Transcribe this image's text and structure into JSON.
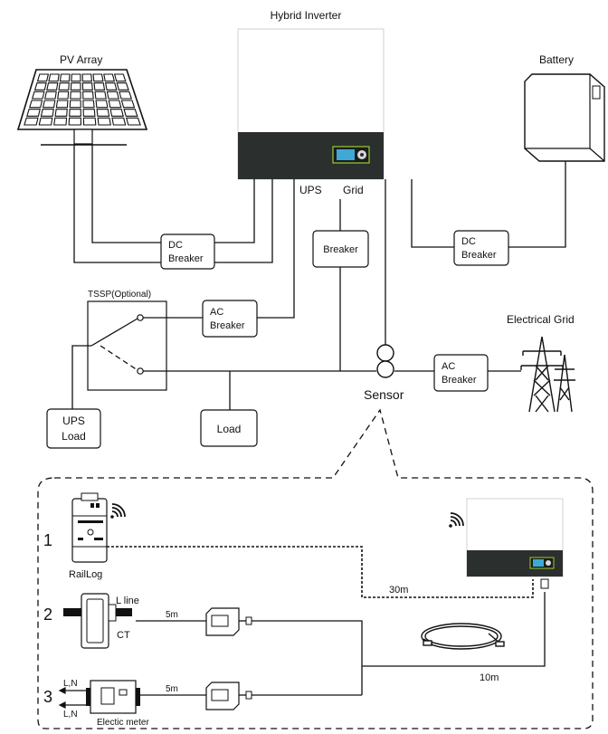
{
  "labels": {
    "hybrid_inverter": "Hybrid Inverter",
    "pv_array": "PV Array",
    "battery": "Battery",
    "ups": "UPS",
    "grid": "Grid",
    "dc_breaker_1a": "DC",
    "dc_breaker_1b": "Breaker",
    "dc_breaker_2a": "DC",
    "dc_breaker_2b": "Breaker",
    "breaker": "Breaker",
    "tssp": "TSSP(Optional)",
    "ac_breaker_1a": "AC",
    "ac_breaker_1b": "Breaker",
    "ac_breaker_2a": "AC",
    "ac_breaker_2b": "Breaker",
    "electrical_grid": "Electrical Grid",
    "sensor": "Sensor",
    "ups_load_a": "UPS",
    "ups_load_b": "Load",
    "load": "Load"
  },
  "sensor_options": {
    "opt1_num": "1",
    "opt1_label": "RailLog",
    "opt1_dist": "30m",
    "opt2_num": "2",
    "opt2_l_line": "L line",
    "opt2_ct": "CT",
    "opt2_dist": "5m",
    "opt3_num": "3",
    "opt3_ln_top": "L,N",
    "opt3_ln_bottom": "L,N",
    "opt3_label": "Electic meter",
    "opt3_dist": "5m",
    "cable_dist": "10m"
  },
  "colors": {
    "inverter_panel": "#2b2f2d",
    "lcd_frame": "#9acd32",
    "lcd_screen": "#3fa9d6"
  }
}
